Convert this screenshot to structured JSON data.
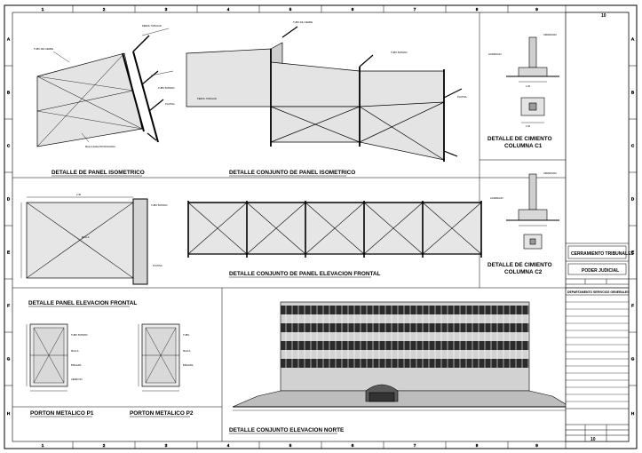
{
  "grid": {
    "columns": [
      "1",
      "2",
      "3",
      "4",
      "5",
      "6",
      "7",
      "8",
      "9",
      "10"
    ],
    "rows": [
      "A",
      "B",
      "C",
      "D",
      "E",
      "F",
      "G",
      "H"
    ]
  },
  "titles": {
    "panel_iso": "DETALLE DE PANEL ISOMETRICO",
    "conj_iso": "DETALLE CONJUNTO DE PANEL ISOMETRICO",
    "cim_c1_l1": "DETALLE DE CIMIENTO",
    "cim_c1_l2": "COLUMNA C1",
    "cim_c2_l1": "DETALLE DE CIMIENTO",
    "cim_c2_l2": "COLUMNA C2",
    "conj_frontal": "DETALLE CONJUNTO DE PANEL ELEVACION FRONTAL",
    "panel_frontal": "DETALLE PANEL ELEVACION FRONTAL",
    "porton1": "PORTON METALICO P1",
    "porton2": "PORTON METALICO P2",
    "elev_norte": "DETALLE CONJUNTO   ELEVACION NORTE"
  },
  "title_block": {
    "project": "CERRAMIENTO TRIBUNALES",
    "owner": "PODER JUDICIAL",
    "department": "DEPARTAMENTO SERVICIOS GENERALES",
    "sheet_number": "10"
  }
}
